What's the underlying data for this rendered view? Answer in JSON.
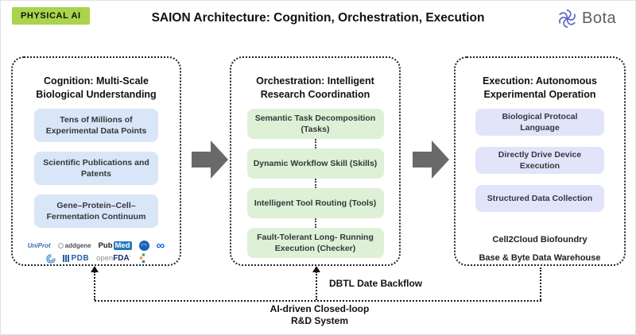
{
  "header": {
    "badge": "PHYSICAL AI",
    "title": "SAION Architecture: Cognition, Orchestration, Execution",
    "brand": "Bota"
  },
  "colors": {
    "badge_bg": "#a9d44b",
    "brand_accent": "#5766c8",
    "cognition_box": "#d9e6f7",
    "orchestration_box": "#def0d6",
    "execution_box": "#e2e5f9",
    "flow_arrow": "#696969"
  },
  "panels": {
    "cognition": {
      "title": "Cognition: Multi-Scale Biological Understanding",
      "boxes": [
        "Tens of Millions of Experimental Data Points",
        "Scientific Publications and Patents",
        "Gene–Protein–Cell– Fermentation Continuum"
      ],
      "logos": {
        "uniprot": "UniProt",
        "addgene": "addgene",
        "pubmed_a": "Pub",
        "pubmed_b": "Med",
        "meta": "∞",
        "pdb": "PDB",
        "openfda_a": "open",
        "openfda_b": "FDA"
      }
    },
    "orchestration": {
      "title": "Orchestration: Intelligent Research Coordination",
      "boxes": [
        "Semantic Task Decomposition (Tasks)",
        "Dynamic Workflow Skill (Skills)",
        "Intelligent Tool Routing (Tools)",
        "Fault-Tolerant Long- Running Execution (Checker)"
      ]
    },
    "execution": {
      "title": "Execution: Autonomous Experimental Operation",
      "boxes": [
        "Biological Protocal Language",
        "Directly Drive Device Execution",
        "Structured Data Collection"
      ],
      "footer_lines": [
        "Cell2Cloud Biofoundry",
        "Base & Byte Data Warehouse"
      ]
    }
  },
  "feedback": {
    "backflow_label": "DBTL Date Backflow",
    "loop_label_line1": "AI-driven Closed-loop",
    "loop_label_line2": "R&D System"
  }
}
